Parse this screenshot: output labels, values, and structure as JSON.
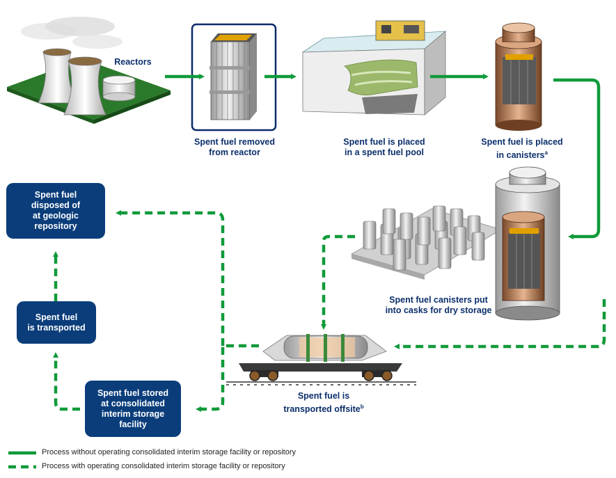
{
  "labels": {
    "reactors": "Reactors",
    "removed": "Spent fuel removed\nfrom reactor",
    "pool": "Spent fuel is placed\nin a spent fuel pool",
    "canisters": "Spent fuel is placed\nin canisters",
    "canisters_note": "a",
    "dry_storage": "Spent fuel canisters put\ninto casks for dry storage",
    "offsite": "Spent fuel is\ntransported offsite",
    "offsite_note": "b"
  },
  "boxes": {
    "repository": "Spent fuel\ndisposed of\nat geologic\nrepository",
    "transported": "Spent fuel\nis transported",
    "interim": "Spent fuel stored\nat consolidated\ninterim storage\nfacility"
  },
  "legend": {
    "solid": "Process without operating consolidated interim storage facility or repository",
    "dashed": "Process with operating consolidated interim storage facility or repository"
  },
  "colors": {
    "green": "#109a3a",
    "navy": "#0a3d7a",
    "label": "#0b2f6b"
  }
}
